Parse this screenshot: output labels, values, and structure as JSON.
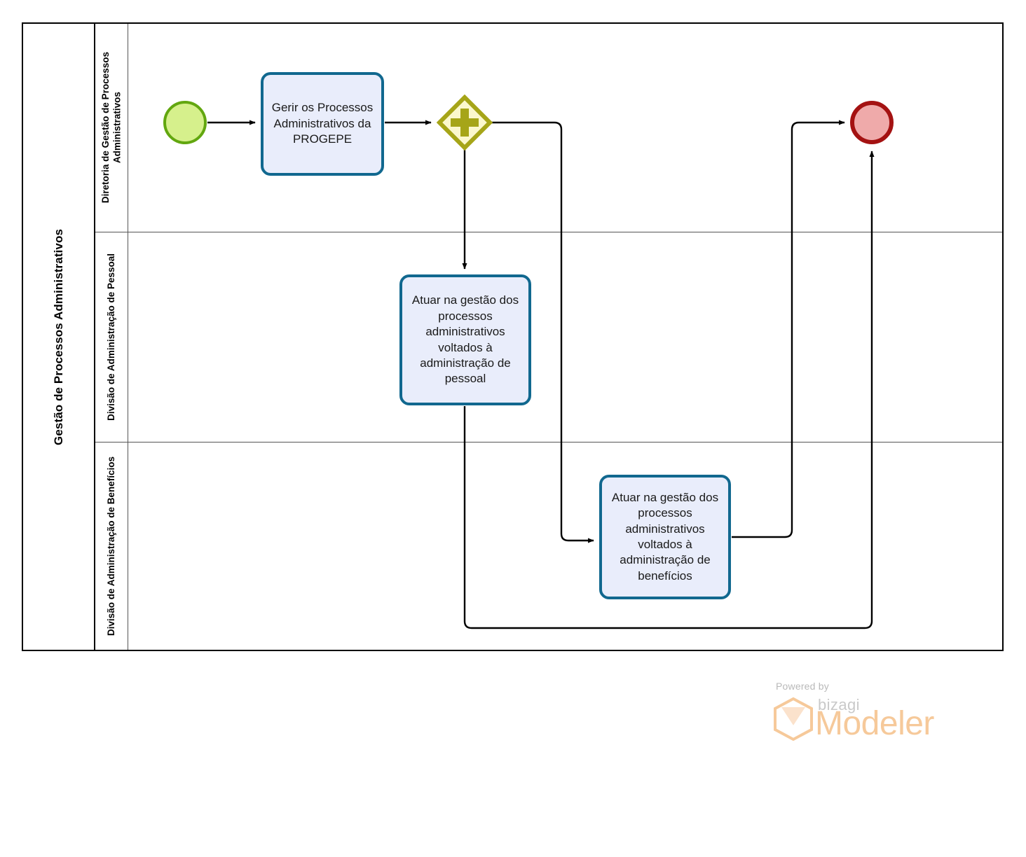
{
  "diagram": {
    "type": "bpmn-process-diagram",
    "pool": {
      "title": "Gestão de Processos Administrativos",
      "lanes": [
        {
          "id": "lane-0",
          "label": "Diretoria de Gestão de Processos Administrativos"
        },
        {
          "id": "lane-1",
          "label": "Divisão de Administração de Pessoal"
        },
        {
          "id": "lane-2",
          "label": "Divisão de Administração de Benefícios"
        }
      ]
    },
    "nodes": [
      {
        "id": "start-event",
        "type": "start-event",
        "lane": "lane-0",
        "label": ""
      },
      {
        "id": "task-gerir",
        "type": "task",
        "lane": "lane-0",
        "label": "Gerir os Processos Administrativos da PROGEPE"
      },
      {
        "id": "gateway-parallel",
        "type": "parallel-gateway",
        "lane": "lane-0",
        "label": ""
      },
      {
        "id": "task-pessoal",
        "type": "task",
        "lane": "lane-1",
        "label": "Atuar na gestão dos processos administrativos voltados à administração de pessoal"
      },
      {
        "id": "task-beneficios",
        "type": "task",
        "lane": "lane-2",
        "label": "Atuar na gestão dos processos administrativos voltados à administração de benefícios"
      },
      {
        "id": "end-event",
        "type": "end-event",
        "lane": "lane-0",
        "label": ""
      }
    ],
    "flows": [
      {
        "id": "flow-1",
        "from": "start-event",
        "to": "task-gerir"
      },
      {
        "id": "flow-2",
        "from": "task-gerir",
        "to": "gateway-parallel"
      },
      {
        "id": "flow-3",
        "from": "gateway-parallel",
        "to": "task-pessoal"
      },
      {
        "id": "flow-4",
        "from": "gateway-parallel",
        "to": "task-beneficios"
      },
      {
        "id": "flow-5",
        "from": "task-pessoal",
        "to": "end-event"
      },
      {
        "id": "flow-6",
        "from": "task-beneficios",
        "to": "end-event"
      }
    ],
    "colors": {
      "task_fill": "#e9edfb",
      "task_border": "#11688f",
      "start_fill": "#d6f08c",
      "start_border": "#62a70f",
      "end_fill": "#efaaaa",
      "end_border": "#a41212",
      "gateway_fill": "#fbf8cd",
      "gateway_border": "#a6a518",
      "gateway_symbol": "#a6a518",
      "flow_line": "#000000",
      "lane_border": "#555555",
      "pool_border": "#000000"
    }
  },
  "watermark": {
    "powered_by": "Powered by",
    "brand": "bizagi",
    "product": "Modeler",
    "logo_color": "#f6c99a"
  }
}
